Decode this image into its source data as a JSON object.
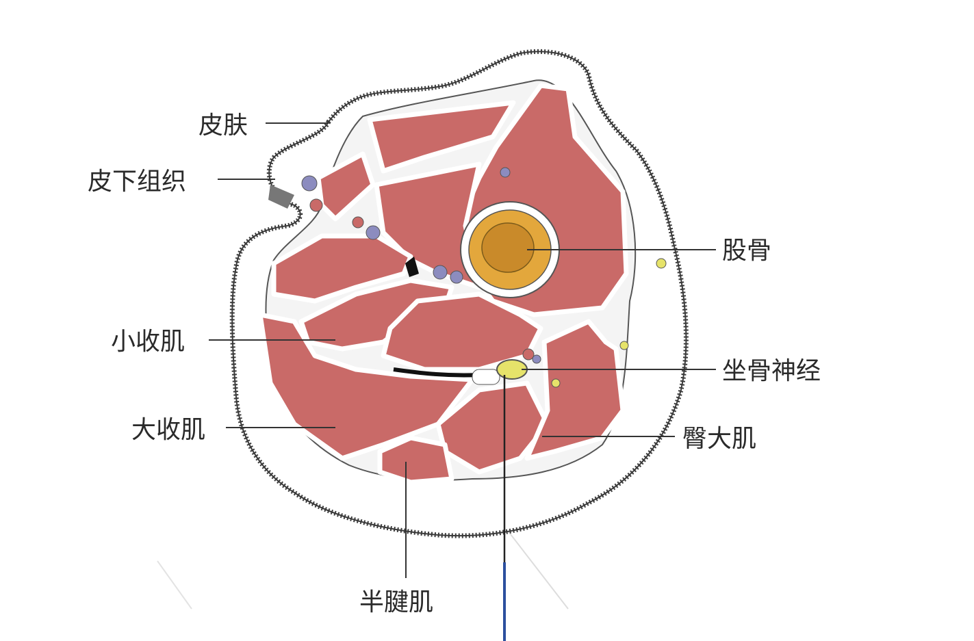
{
  "labels": {
    "skin": "皮肤",
    "subcutaneous": "皮下组织",
    "femur": "股骨",
    "adductor_minimus": "小收肌",
    "sciatic_nerve": "坐骨神经",
    "adductor_magnus": "大收肌",
    "gluteus_maximus": "臀大肌",
    "semitendinosus": "半腱肌"
  },
  "colors": {
    "muscle": "#c96a68",
    "skin_outline": "#3a3a3a",
    "subcutaneous": "#ffffff",
    "bone_cortex": "#e3a73c",
    "bone_marrow": "#c98a2a",
    "nerve": "#e6e36a",
    "vessel": "#8c8cbf",
    "needle_shaft": "#222222",
    "needle_hub": "#2c4f9e"
  }
}
